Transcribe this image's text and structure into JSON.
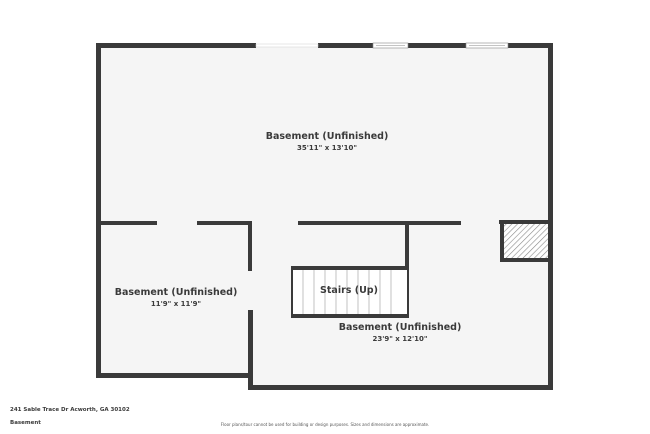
{
  "floor_plan": {
    "level": "Basement",
    "address": "241 Sable Trace Dr Acworth, GA 30102",
    "disclaimer": "Floor plans/tour cannot be used for building or design purposes. Sizes and dimensions are approximate.",
    "colors": {
      "wall": "#3a3a3a",
      "floor": "#f5f5f5",
      "background": "#ffffff"
    },
    "rooms": [
      {
        "name": "Basement (Unfinished)",
        "dimensions": "35'11\" x 13'10\""
      },
      {
        "name": "Basement (Unfinished)",
        "dimensions": "11'9\" x 11'9\""
      },
      {
        "name": "Stairs (Up)"
      },
      {
        "name": "Basement (Unfinished)",
        "dimensions": "23'9\" x 12'10\""
      }
    ]
  }
}
